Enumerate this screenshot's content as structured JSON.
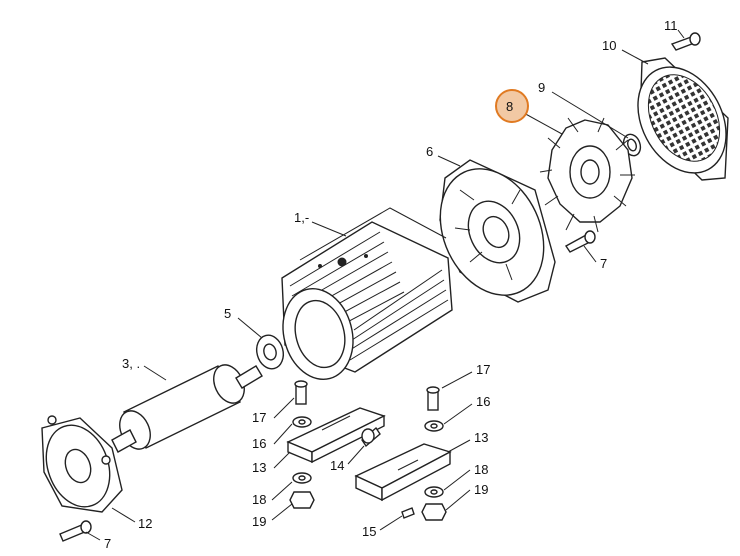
{
  "diagram": {
    "highlight_color": "#e07a22",
    "callouts": {
      "c1": "1,-",
      "c3": "3, .",
      "c5": "5",
      "c6": "6",
      "c7a": "7",
      "c7b": "7",
      "c8": "8",
      "c9": "9",
      "c10": "10",
      "c11": "11",
      "c12": "12",
      "c13a": "13",
      "c13b": "13",
      "c14": "14",
      "c15": "15",
      "c16a": "16",
      "c16b": "16",
      "c17a": "17",
      "c17b": "17",
      "c18a": "18",
      "c18b": "18",
      "c19a": "19",
      "c19b": "19"
    }
  }
}
